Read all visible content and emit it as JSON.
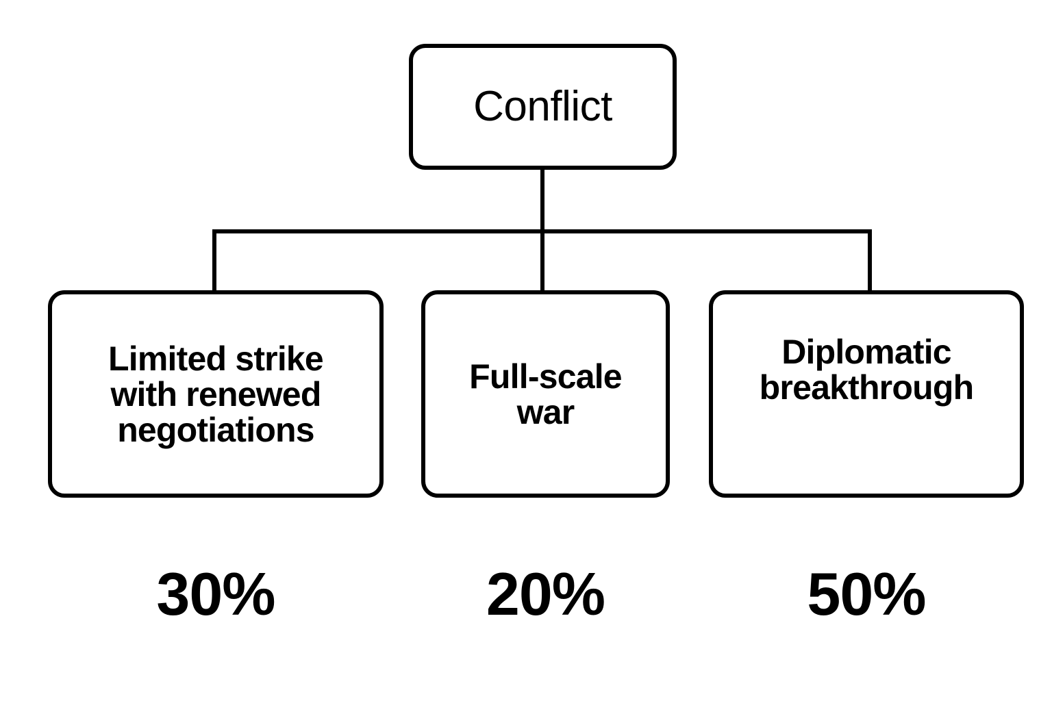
{
  "diagram": {
    "type": "tree",
    "orientation": "top-down",
    "background_color": "#ffffff",
    "stroke_color": "#000000",
    "text_color": "#000000",
    "root": {
      "id": "root",
      "label": "Conflict"
    },
    "children": [
      {
        "id": "child-0",
        "label": "Limited strike\nwith renewed\nnegotiations",
        "probability_label": "30%",
        "probability_value": 30
      },
      {
        "id": "child-1",
        "label": "Full-scale\nwar",
        "probability_label": "20%",
        "probability_value": 20
      },
      {
        "id": "child-2",
        "label": "Diplomatic\nbreakthrough",
        "probability_label": "50%",
        "probability_value": 50
      }
    ],
    "edges": [
      {
        "from": "root",
        "to": "child-0"
      },
      {
        "from": "root",
        "to": "child-1"
      },
      {
        "from": "root",
        "to": "child-2"
      }
    ]
  }
}
